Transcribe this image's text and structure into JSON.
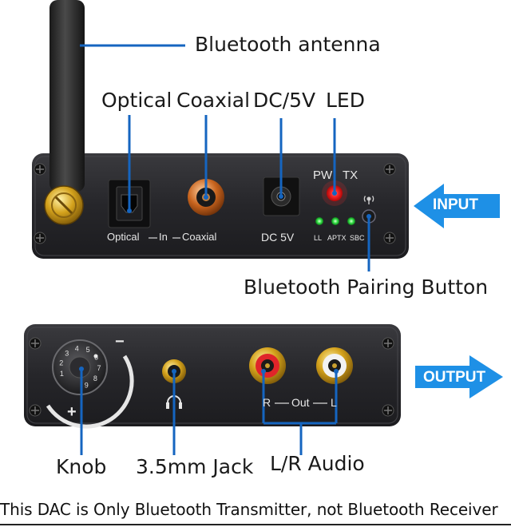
{
  "callouts": {
    "antenna": "Bluetooth antenna",
    "optical": "Optical",
    "coaxial": "Coaxial",
    "dc": "DC/5V",
    "led": "LED",
    "pairing": "Bluetooth Pairing Button",
    "knob": "Knob",
    "jack": "3.5mm Jack",
    "audio": "L/R Audio"
  },
  "front_panel": {
    "optical_label": "Optical",
    "in_label": "In",
    "coaxial_label": "Coaxial",
    "dc_label": "DC 5V",
    "pw_label": "PW",
    "tx_label": "TX",
    "ll_label": "LL",
    "aptx_label": "APTX",
    "sbc_label": "SBC"
  },
  "back_panel": {
    "r_label": "R",
    "out_label": "Out",
    "l_label": "L",
    "minus_label": "−",
    "plus_label": "+",
    "knob_digits": [
      "1",
      "2",
      "3",
      "4",
      "5",
      "6",
      "7",
      "8",
      "9"
    ]
  },
  "arrows": {
    "input": "INPUT",
    "output": "OUTPUT"
  },
  "footer": "This DAC is Only Bluetooth Transmitter, not Bluetooth Receiver",
  "colors": {
    "callout_line": "#1565c0",
    "arrow": "#1e90e6",
    "device_body": "#2b2b2e",
    "led_red": "#ff2a2a",
    "led_green": "#39e24a"
  }
}
